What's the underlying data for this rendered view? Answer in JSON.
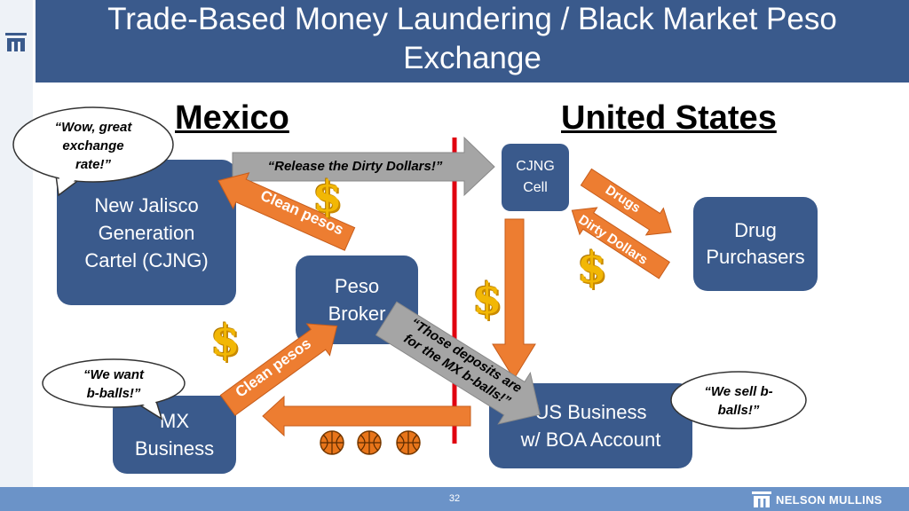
{
  "header": {
    "title_line1": "Trade-Based Money Laundering / Black Market Peso",
    "title_line2": "Exchange"
  },
  "regions": {
    "left": "Mexico",
    "right": "United States"
  },
  "boxes": {
    "cjng": [
      "New Jalisco",
      "Generation",
      "Cartel (CJNG)"
    ],
    "cell": [
      "CJNG",
      "Cell"
    ],
    "drug": [
      "Drug",
      "Purchasers"
    ],
    "peso": [
      "Peso",
      "Broker"
    ],
    "mx": [
      "MX",
      "Business"
    ],
    "us": [
      "US Business",
      "w/ BOA Account"
    ]
  },
  "bubbles": {
    "wow": [
      "“Wow, great",
      "exchange",
      "rate!”"
    ],
    "want": [
      "“We want",
      "b-balls!”"
    ],
    "sell": [
      "“We sell b-",
      "balls!”"
    ]
  },
  "arrows": {
    "release": "“Release the Dirty Dollars!”",
    "clean1": "Clean pesos",
    "clean2": "Clean pesos",
    "drugs": "Drugs",
    "dirty": "Dirty Dollars",
    "deposit": [
      "“Those deposits are",
      "for the MX b-balls!”"
    ]
  },
  "symbols": {
    "dollar": "$"
  },
  "footer": {
    "page_number": "32",
    "brand": "NELSON MULLINS"
  },
  "colors": {
    "header": "#3a5a8c",
    "box": "#3a5a8c",
    "orange": "#ed7d31",
    "gray": "#a5a5a5",
    "border_red": "#e0000f",
    "dollar": "#f2b705"
  }
}
